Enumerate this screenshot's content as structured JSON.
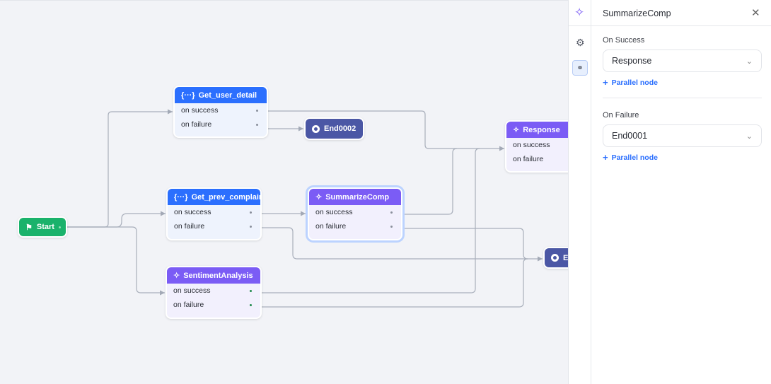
{
  "canvas": {
    "start": {
      "label": "Start",
      "icon": "flag-icon",
      "color": "#1ab26b"
    },
    "nodes": [
      {
        "id": "get_user_detail",
        "title": "Get_user_detail",
        "icon": "code-braces-icon",
        "type": "api",
        "rows": [
          "on success",
          "on failure"
        ]
      },
      {
        "id": "get_prev_complaints",
        "title": "Get_prev_complaints",
        "icon": "code-braces-icon",
        "type": "api",
        "rows": [
          "on success",
          "on failure"
        ]
      },
      {
        "id": "summarize_comp",
        "title": "SummarizeComp",
        "icon": "sparkle-icon",
        "type": "ai",
        "selected": true,
        "rows": [
          "on success",
          "on failure"
        ]
      },
      {
        "id": "sentiment_analysis",
        "title": "SentimentAnalysis",
        "icon": "sparkle-icon",
        "type": "ai",
        "rows": [
          "on success",
          "on failure"
        ]
      },
      {
        "id": "response",
        "title": "Response",
        "icon": "sparkle-icon",
        "type": "ai",
        "rows": [
          "on success",
          "on failure"
        ]
      }
    ],
    "end_nodes": [
      {
        "label": "End0002"
      },
      {
        "label": "E"
      }
    ],
    "colors": {
      "api": "#2b6ffe",
      "ai": "#7b5cf5",
      "end": "#4b57a5",
      "edge": "#a3a9b6"
    }
  },
  "panel": {
    "title": "SummarizeComp",
    "on_success_label": "On Success",
    "on_success_value": "Response",
    "on_failure_label": "On Failure",
    "on_failure_value": "End0001",
    "parallel_label": "Parallel node"
  }
}
